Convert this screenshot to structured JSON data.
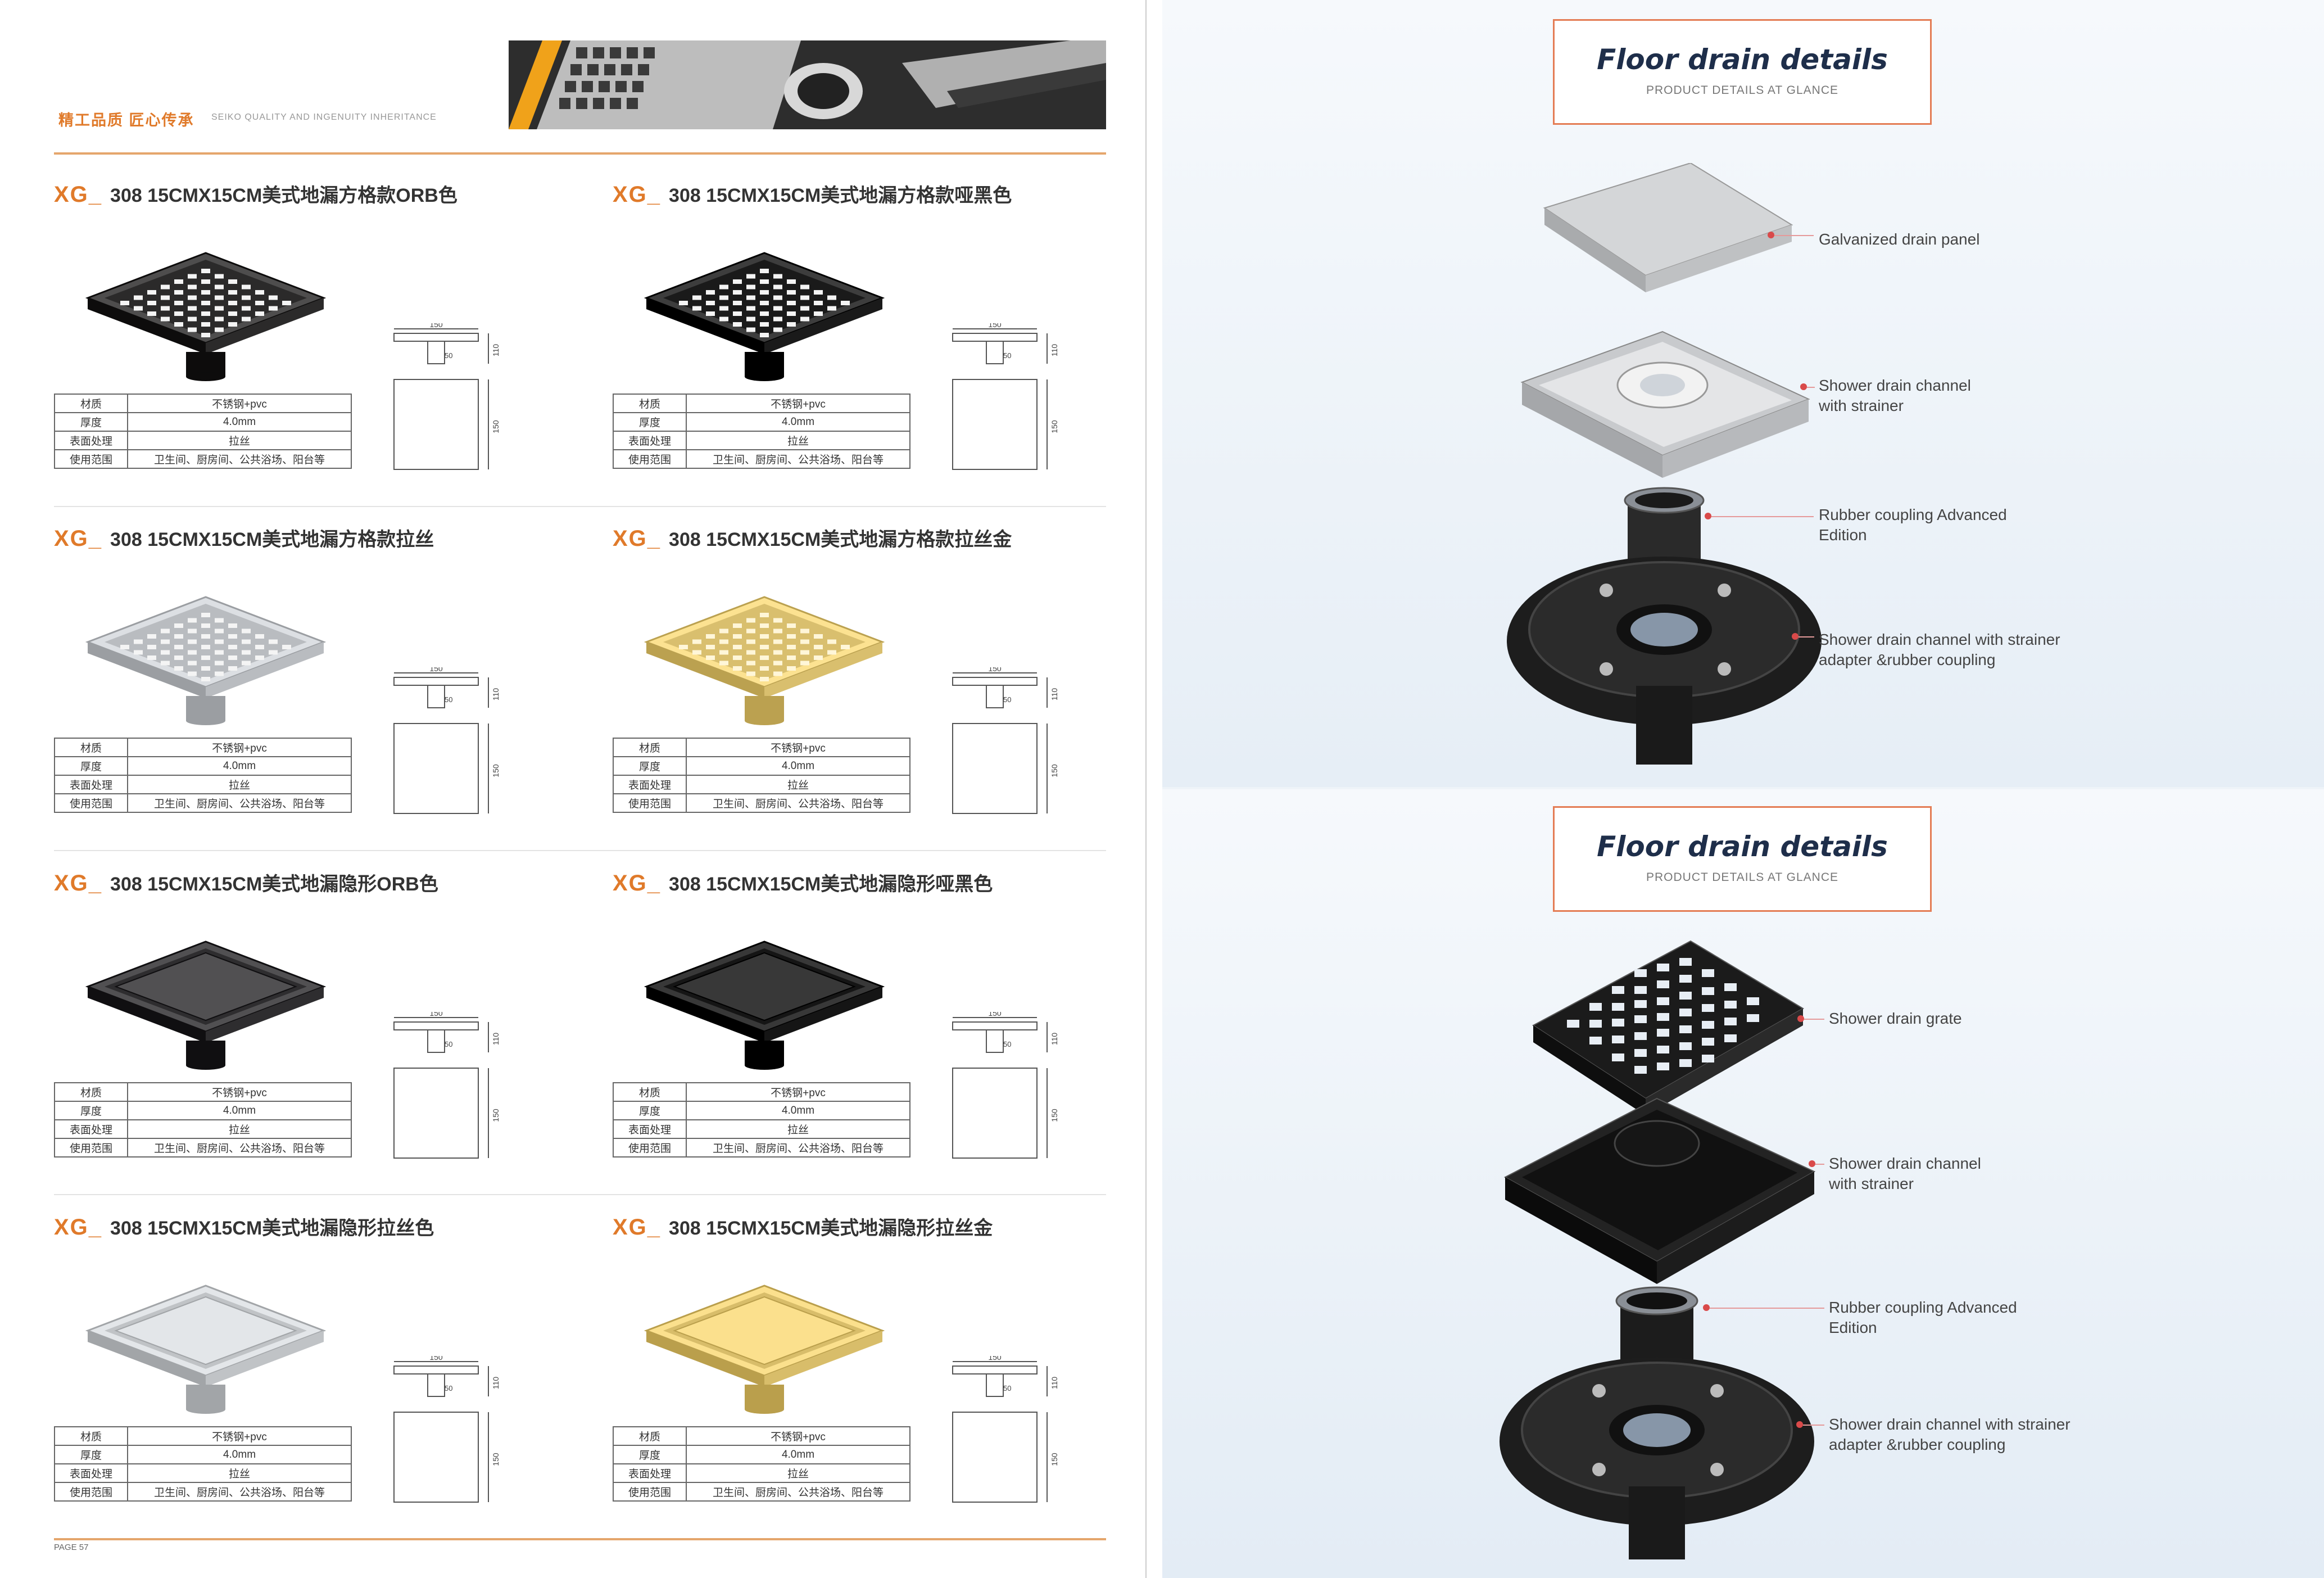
{
  "header": {
    "slogan": "精工品质  匠心传承",
    "subtitle": "SEIKO QUALITY AND INGENUITY INHERITANCE"
  },
  "footer": {
    "page": "PAGE  57"
  },
  "spec_labels": [
    "材质",
    "厚度",
    "表面处理",
    "使用范围"
  ],
  "drawing": {
    "width": "150",
    "height": "110",
    "pipe": "50",
    "side": "150"
  },
  "products": [
    {
      "brand": "XG_",
      "title": "308 15CMX15CM美式地漏方格款ORB色",
      "material": "不锈钢+pvc",
      "thickness": "4.0mm",
      "finish": "拉丝",
      "usage": "卫生间、厨房间、公共浴场、阳台等",
      "style": "grid",
      "color": "#2b2a2a"
    },
    {
      "brand": "XG_",
      "title": "308 15CMX15CM美式地漏方格款哑黑色",
      "material": "不锈钢+pvc",
      "thickness": "4.0mm",
      "finish": "拉丝",
      "usage": "卫生间、厨房间、公共浴场、阳台等",
      "style": "grid",
      "color": "#1a1a1a"
    },
    {
      "brand": "XG_",
      "title": "308 15CMX15CM美式地漏方格款拉丝",
      "material": "不锈钢+pvc",
      "thickness": "4.0mm",
      "finish": "拉丝",
      "usage": "卫生间、厨房间、公共浴场、阳台等",
      "style": "grid",
      "color": "#b9bcc0"
    },
    {
      "brand": "XG_",
      "title": "308 15CMX15CM美式地漏方格款拉丝金",
      "material": "不锈钢+pvc",
      "thickness": "4.0mm",
      "finish": "拉丝",
      "usage": "卫生间、厨房间、公共浴场、阳台等",
      "style": "grid",
      "color": "#d9bf6e"
    },
    {
      "brand": "XG_",
      "title": "308 15CMX15CM美式地漏隐形ORB色",
      "material": "不锈钢+pvc",
      "thickness": "4.0mm",
      "finish": "拉丝",
      "usage": "卫生间、厨房间、公共浴场、阳台等",
      "style": "tile",
      "color": "#2e2d2f"
    },
    {
      "brand": "XG_",
      "title": "308 15CMX15CM美式地漏隐形哑黑色",
      "material": "不锈钢+pvc",
      "thickness": "4.0mm",
      "finish": "拉丝",
      "usage": "卫生间、厨房间、公共浴场、阳台等",
      "style": "tile",
      "color": "#151515"
    },
    {
      "brand": "XG_",
      "title": "308 15CMX15CM美式地漏隐形拉丝色",
      "material": "不锈钢+pvc",
      "thickness": "4.0mm",
      "finish": "拉丝",
      "usage": "卫生间、厨房间、公共浴场、阳台等",
      "style": "tile",
      "color": "#c0c3c6"
    },
    {
      "brand": "XG_",
      "title": "308 15CMX15CM美式地漏隐形拉丝金",
      "material": "不锈钢+pvc",
      "thickness": "4.0mm",
      "finish": "拉丝",
      "usage": "卫生间、厨房间、公共浴场、阳台等",
      "style": "tile",
      "color": "#d8bd6a"
    }
  ],
  "details": [
    {
      "title": "Floor drain details",
      "subtitle": "PRODUCT DETAILS AT GLANCE",
      "callouts": [
        "Galvanized drain panel",
        "Shower drain channel\nwith strainer",
        "Rubber coupling Advanced\nEdition",
        "Shower drain channel with strainer\nadapter &rubber coupling"
      ],
      "top_color": "#c9cbcd"
    },
    {
      "title": "Floor drain details",
      "subtitle": "PRODUCT DETAILS AT GLANCE",
      "callouts": [
        "Shower drain grate",
        "Shower drain channel\nwith strainer",
        "Rubber coupling Advanced\nEdition",
        "Shower drain channel with strainer\nadapter &rubber coupling"
      ],
      "top_color": "#1a1a1a"
    }
  ]
}
